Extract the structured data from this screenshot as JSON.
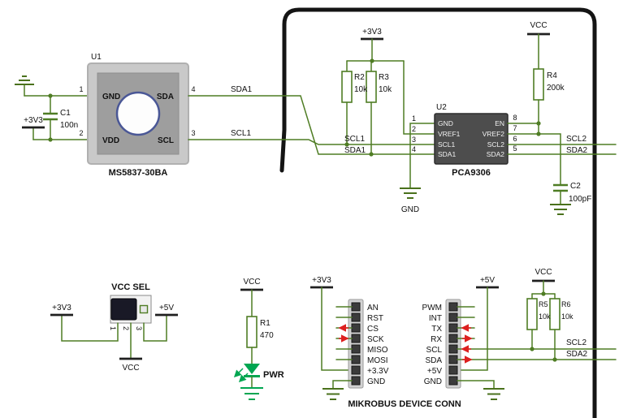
{
  "sensor": {
    "ref": "U1",
    "part": "MS5837-30BA",
    "pin_gnd": "GND",
    "pin_vdd": "VDD",
    "pin_sda": "SDA",
    "pin_scl": "SCL",
    "num_gnd": "1",
    "num_vdd": "2",
    "num_scl": "3",
    "num_sda": "4"
  },
  "translator": {
    "ref": "U2",
    "part": "PCA9306",
    "left_pins": [
      {
        "num": "1",
        "name": "GND"
      },
      {
        "num": "2",
        "name": "VREF1"
      },
      {
        "num": "3",
        "name": "SCL1"
      },
      {
        "num": "4",
        "name": "SDA1"
      }
    ],
    "right_pins": [
      {
        "num": "8",
        "name": "EN"
      },
      {
        "num": "7",
        "name": "VREF2"
      },
      {
        "num": "6",
        "name": "SCL2"
      },
      {
        "num": "5",
        "name": "SDA2"
      }
    ]
  },
  "resistors": {
    "r1": {
      "ref": "R1",
      "value": "470"
    },
    "r2": {
      "ref": "R2",
      "value": "10k"
    },
    "r3": {
      "ref": "R3",
      "value": "10k"
    },
    "r4": {
      "ref": "R4",
      "value": "200k"
    },
    "r5": {
      "ref": "R5",
      "value": "10k"
    },
    "r6": {
      "ref": "R6",
      "value": "10k"
    }
  },
  "capacitors": {
    "c1": {
      "ref": "C1",
      "value": "100n"
    },
    "c2": {
      "ref": "C2",
      "value": "100pF"
    }
  },
  "nets": {
    "sda1": "SDA1",
    "scl1": "SCL1",
    "scl2": "SCL2",
    "sda2": "SDA2"
  },
  "power": {
    "p3v3": "+3V3",
    "p5v": "+5V",
    "vcc": "VCC",
    "gnd": "GND"
  },
  "vcc_sel": {
    "title": "VCC SEL",
    "pins": [
      "1",
      "2",
      "3"
    ]
  },
  "led": {
    "label": "PWR"
  },
  "mikrobus": {
    "title": "MIKROBUS DEVICE CONN",
    "left_pins": [
      "AN",
      "RST",
      "CS",
      "SCK",
      "MISO",
      "MOSI",
      "+3.3V",
      "GND"
    ],
    "right_pins": [
      "PWM",
      "INT",
      "TX",
      "RX",
      "SCL",
      "SDA",
      "+5V",
      "GND"
    ]
  },
  "colors": {
    "wire_green": "#4f7d24",
    "led_green": "#00a651",
    "arrow_red": "#dd1f1f",
    "chip_body": "#4d4d4d",
    "board_border": "#141414"
  }
}
